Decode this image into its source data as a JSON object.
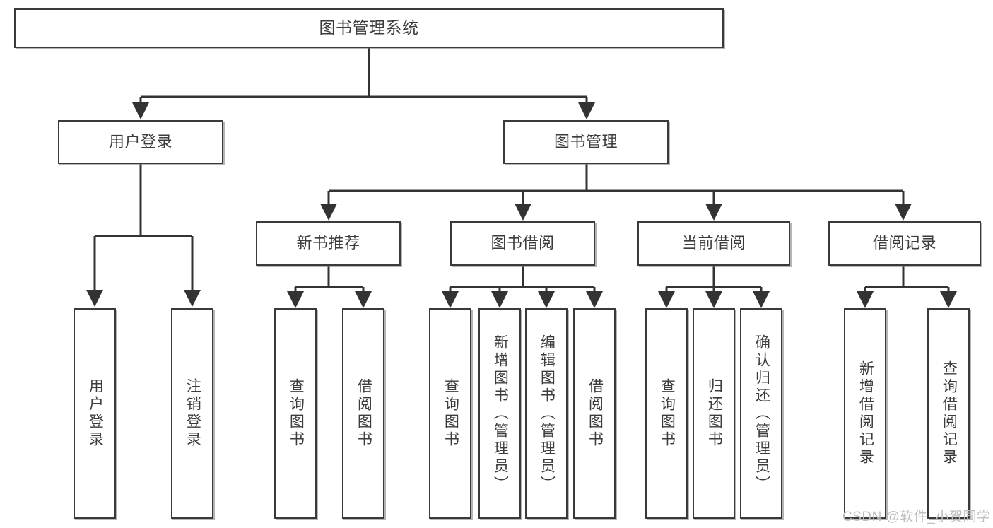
{
  "diagram": {
    "title": "图书管理系统",
    "type": "hierarchy-tree",
    "root": {
      "label": "图书管理系统",
      "name": "root-node-book-management-system"
    },
    "level2": [
      {
        "label": "用户登录",
        "name": "node-user-login"
      },
      {
        "label": "图书管理",
        "name": "node-book-management"
      }
    ],
    "level3": [
      {
        "label": "新书推荐",
        "name": "node-new-book-recommendation"
      },
      {
        "label": "图书借阅",
        "name": "node-book-borrow"
      },
      {
        "label": "当前借阅",
        "name": "node-current-borrow"
      },
      {
        "label": "借阅记录",
        "name": "node-borrow-record"
      }
    ],
    "leaves": {
      "user_login": [
        {
          "label": "用户登录",
          "name": "leaf-user-login"
        },
        {
          "label": "注销登录",
          "name": "leaf-logout"
        }
      ],
      "new_book_recommendation": [
        {
          "label": "查询图书",
          "name": "leaf-query-book-1"
        },
        {
          "label": "借阅图书",
          "name": "leaf-borrow-book-1"
        }
      ],
      "book_borrow": [
        {
          "label": "查询图书",
          "name": "leaf-query-book-2"
        },
        {
          "label": "新增图书（管理员）",
          "name": "leaf-add-book-admin"
        },
        {
          "label": "编辑图书（管理员）",
          "name": "leaf-edit-book-admin"
        },
        {
          "label": "借阅图书",
          "name": "leaf-borrow-book-2"
        }
      ],
      "current_borrow": [
        {
          "label": "查询图书",
          "name": "leaf-query-book-3"
        },
        {
          "label": "归还图书",
          "name": "leaf-return-book"
        },
        {
          "label": "确认归还（管理员）",
          "name": "leaf-confirm-return-admin"
        }
      ],
      "borrow_record": [
        {
          "label": "新增借阅记录",
          "name": "leaf-add-borrow-record"
        },
        {
          "label": "查询借阅记录",
          "name": "leaf-query-borrow-record"
        }
      ]
    }
  },
  "watermark": {
    "text": "CSDN @软件_小贺同学"
  },
  "colors": {
    "border": "#3a3a3a",
    "text": "#3c3c3c",
    "background": "#ffffff",
    "watermark": "#bfbfbf",
    "edge": "#333333"
  }
}
